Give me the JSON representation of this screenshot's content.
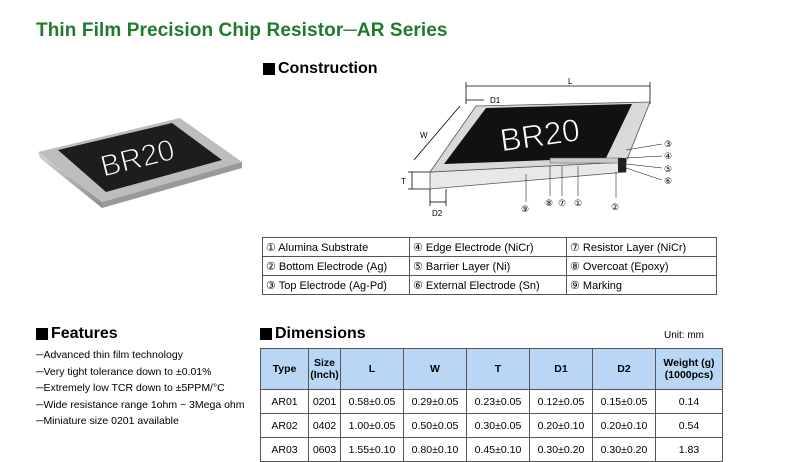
{
  "title": "Thin Film Precision Chip Resistor─AR Series",
  "construction": {
    "heading": "Construction",
    "chip_marking": "BR20",
    "dim_labels": {
      "L": "L",
      "W": "W",
      "T": "T",
      "D1": "D1",
      "D2": "D2"
    },
    "callouts": [
      "③",
      "④",
      "⑤",
      "⑥",
      "⑨",
      "⑧",
      "⑦",
      "①",
      "②"
    ],
    "legend": [
      [
        "① Alumina Substrate",
        "④ Edge Electrode (NiCr)",
        "⑦ Resistor Layer (NiCr)"
      ],
      [
        "② Bottom Electrode (Ag)",
        "⑤ Barrier Layer (Ni)",
        "⑧ Overcoat (Epoxy)"
      ],
      [
        "③ Top Electrode (Ag-Pd)",
        "⑥ External Electrode (Sn)",
        "⑨ Marking"
      ]
    ]
  },
  "features": {
    "heading": "Features",
    "items": [
      "─Advanced thin film technology",
      "─Very tight tolerance down to ±0.01%",
      "─Extremely low TCR down to ±5PPM/°C",
      "─Wide resistance range 1ohm ~ 3Mega ohm",
      "─Miniature size 0201 available"
    ]
  },
  "dimensions": {
    "heading": "Dimensions",
    "unit": "Unit: mm",
    "headers": [
      "Type",
      "Size (Inch)",
      "L",
      "W",
      "T",
      "D1",
      "D2",
      "Weight (g) (1000pcs)"
    ],
    "rows": [
      [
        "AR01",
        "0201",
        "0.58±0.05",
        "0.29±0.05",
        "0.23±0.05",
        "0.12±0.05",
        "0.15±0.05",
        "0.14"
      ],
      [
        "AR02",
        "0402",
        "1.00±0.05",
        "0.50±0.05",
        "0.30±0.05",
        "0.20±0.10",
        "0.20±0.10",
        "0.54"
      ],
      [
        "AR03",
        "0603",
        "1.55±0.10",
        "0.80±0.10",
        "0.45±0.10",
        "0.30±0.20",
        "0.30±0.20",
        "1.83"
      ]
    ]
  }
}
